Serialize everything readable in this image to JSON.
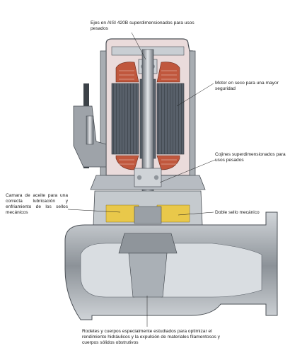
{
  "callouts": {
    "shaft": "Ejes en AISI 420B superdimensionados para usos pesados",
    "motor": "Motor en seco para una mayor seguridad",
    "bearings": "Cojines superdimensionados para usos pesados",
    "oil_chamber": "Camara de aceite para una correcta lubricación y enfriamiento de los sellos mecánicos",
    "double_seal": "Doble sello mecánico",
    "impeller": "Rodetes y cuerpos especialmente estudiados para optimizar el rendimiento hidráulicos y la expulsión de materiales filamentosos y cuerpos sólidos obstrutivos"
  },
  "colors": {
    "casing": "#9aa0a6",
    "casing_dark": "#5d636b",
    "cut_face": "#ead8d8",
    "winding": "#c0573d",
    "oil": "#e9c84a",
    "volute": "#b7bcc2"
  }
}
